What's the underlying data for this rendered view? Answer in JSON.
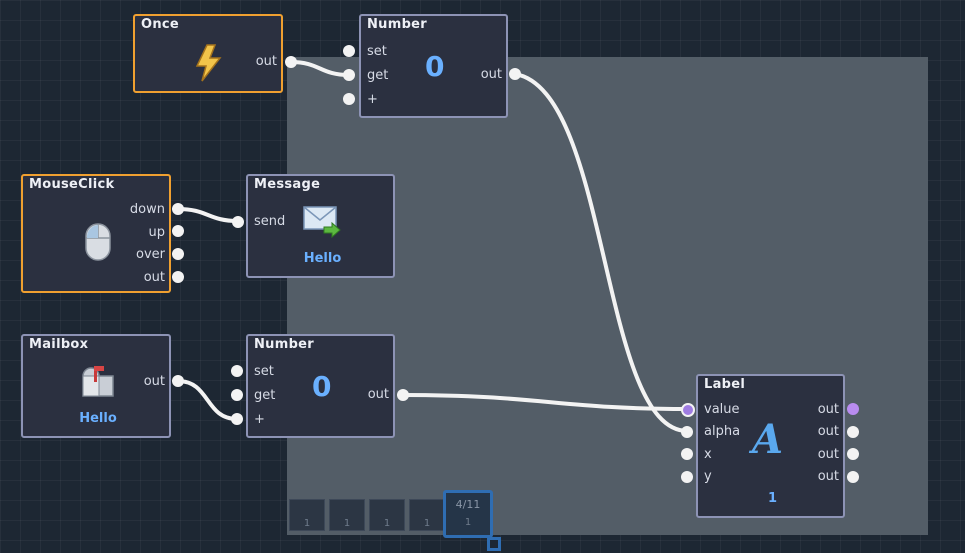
{
  "nodes": {
    "once": {
      "title": "Once",
      "ports": {
        "out": "out"
      },
      "icon": "lightning-icon"
    },
    "number_top": {
      "title": "Number",
      "ports": {
        "set": "set",
        "get": "get",
        "plus": "+",
        "out": "out"
      },
      "value": "0"
    },
    "mouseclick": {
      "title": "MouseClick",
      "ports": {
        "down": "down",
        "up": "up",
        "over": "over",
        "out": "out"
      },
      "icon": "mouse-icon"
    },
    "message": {
      "title": "Message",
      "ports": {
        "send": "send"
      },
      "text": "Hello",
      "icon": "envelope-icon"
    },
    "mailbox": {
      "title": "Mailbox",
      "ports": {
        "out": "out"
      },
      "text": "Hello",
      "icon": "mailbox-icon"
    },
    "number_bottom": {
      "title": "Number",
      "ports": {
        "set": "set",
        "get": "get",
        "plus": "+",
        "out": "out"
      },
      "value": "0"
    },
    "label": {
      "title": "Label",
      "ports": {
        "value": "value",
        "alpha": "alpha",
        "x": "x",
        "y": "y",
        "out1": "out",
        "out2": "out",
        "out3": "out",
        "out4": "out"
      },
      "text": "1",
      "icon": "letter-a-icon"
    }
  },
  "toolbar": {
    "slots": [
      "1",
      "1",
      "1",
      "1"
    ],
    "selected": {
      "count": "4/11",
      "number": "1"
    }
  },
  "colors": {
    "background": "#1d2733",
    "stage": "#535d67",
    "node_fill": "#2b3040",
    "node_border": "#8d93b5",
    "active_border": "#f0a030",
    "value_text": "#6ab0ff",
    "wire": "#f3f3f3",
    "accent_port": "#b98cf0"
  }
}
